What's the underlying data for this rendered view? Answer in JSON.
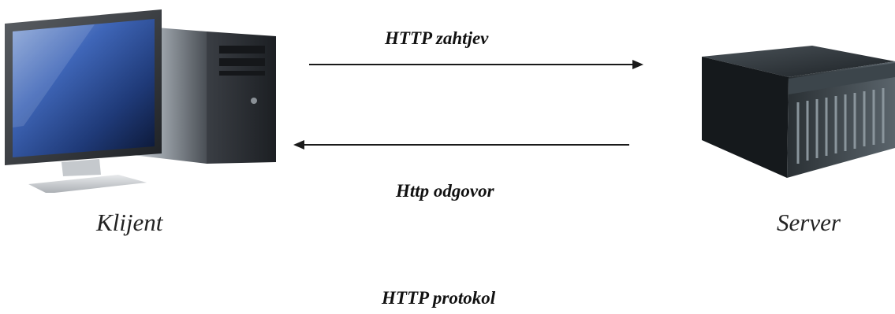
{
  "diagram": {
    "caption": "HTTP protokol",
    "request_label": "HTTP zahtjev",
    "response_label": "Http odgovor",
    "client": {
      "label": "Klijent",
      "icon": "desktop-computer-icon"
    },
    "server": {
      "label": "Server",
      "icon": "rack-server-icon"
    },
    "colors": {
      "line": "#1a1a1a",
      "text": "#111111",
      "screen": "#2f5cc4"
    }
  }
}
